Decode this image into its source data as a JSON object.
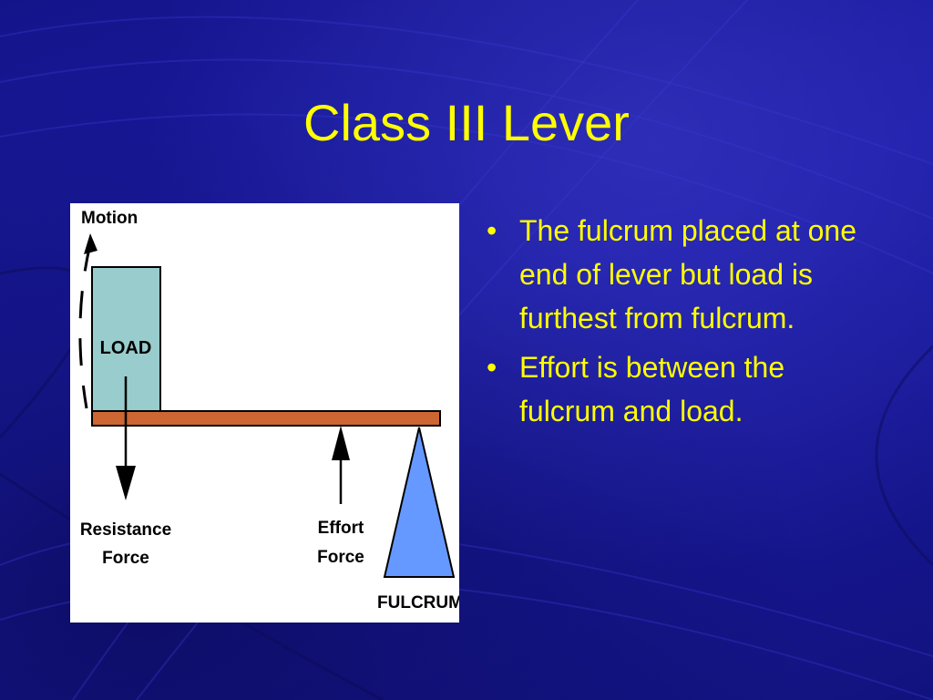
{
  "slide": {
    "title": "Class III Lever",
    "background_color": "#1a1aa0",
    "text_color": "#ffff00"
  },
  "diagram": {
    "motion_label": "Motion",
    "load_label": "LOAD",
    "resistance_label_line1": "Resistance",
    "resistance_label_line2": "Force",
    "effort_label_line1": "Effort",
    "effort_label_line2": "Force",
    "fulcrum_label": "FULCRUM",
    "load_color": "#99cccc",
    "lever_color": "#cc6633",
    "fulcrum_color": "#6699ff"
  },
  "bullets": [
    {
      "symbol": "•",
      "text": "The fulcrum placed at one end of lever but load is furthest from fulcrum."
    },
    {
      "symbol": "•",
      "text": "Effort is between the fulcrum and load."
    }
  ]
}
